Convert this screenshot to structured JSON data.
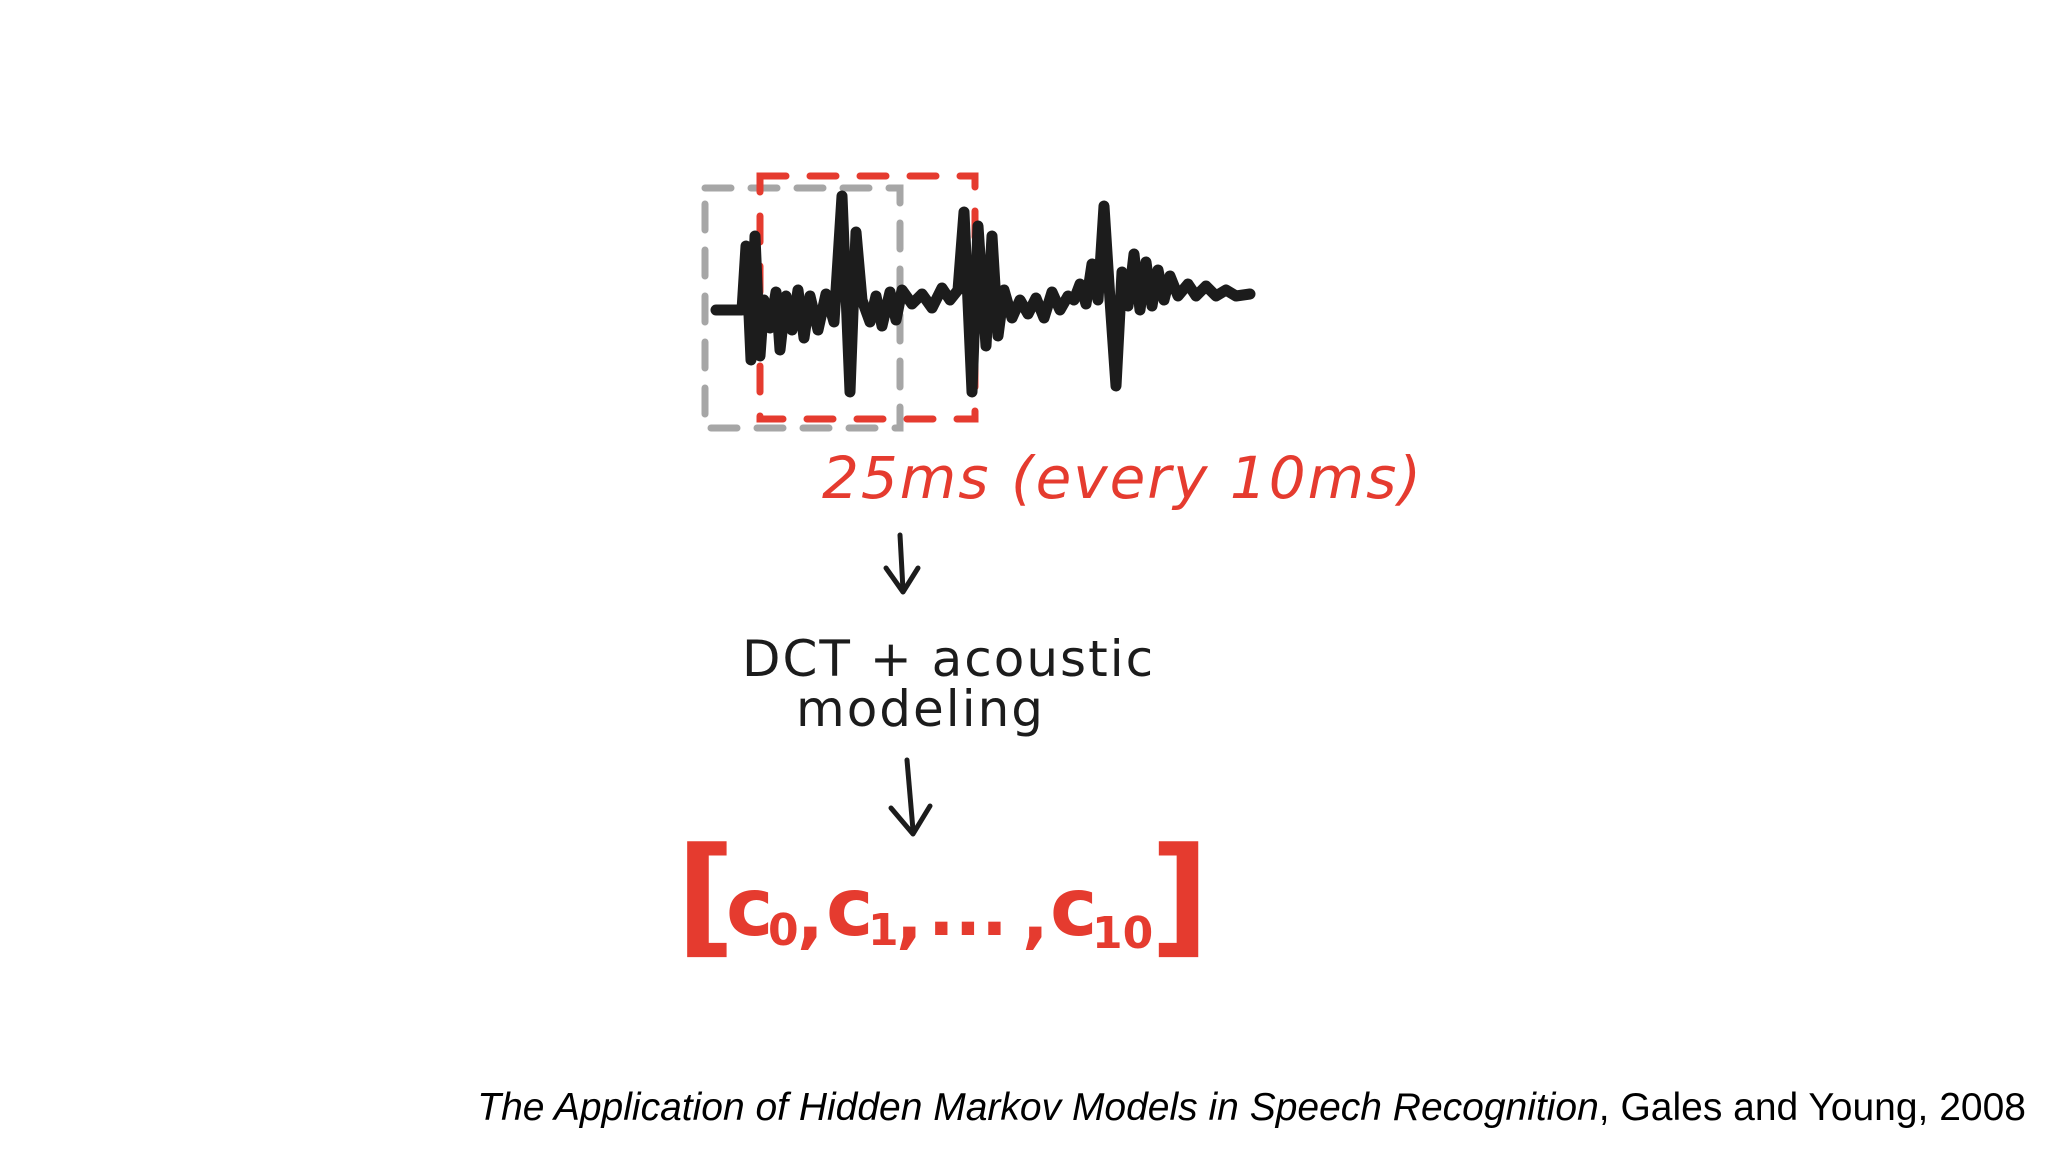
{
  "diagram": {
    "frame_label": "25ms (every 10ms)",
    "process_label_line1": "DCT + acoustic",
    "process_label_line2": "modeling",
    "output_vector": "[c0, c1, ..., c10]",
    "output_parts": {
      "open": "[",
      "c": "c",
      "sub0": "0",
      "sub1": "1",
      "sub10": "10",
      "ellipsis": "...",
      "comma": ",",
      "close": "]"
    }
  },
  "citation": {
    "title": "The Application of Hidden Markov Models in Speech Recognition",
    "rest": ", Gales and Young, 2008"
  },
  "colors": {
    "ink": "#1c1c1c",
    "red": "#e53b2f",
    "gray": "#a6a6a6",
    "background": "#ffffff"
  }
}
